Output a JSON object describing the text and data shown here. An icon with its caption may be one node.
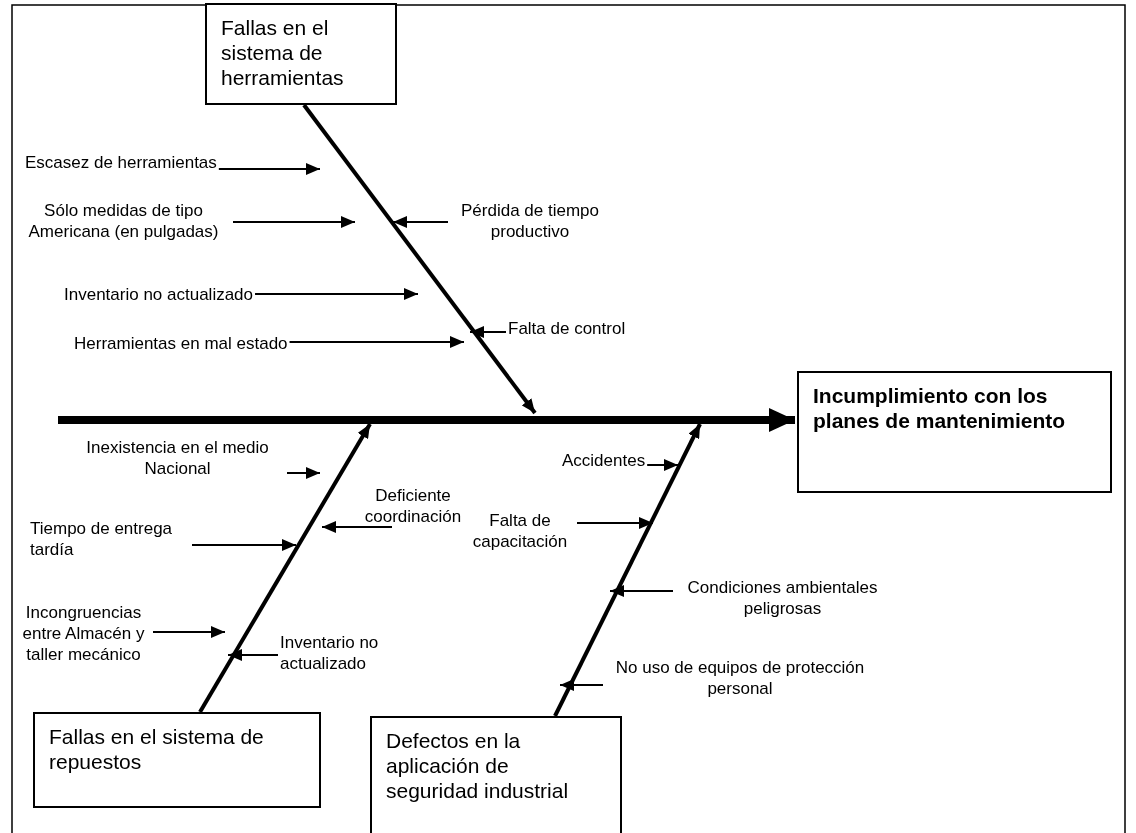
{
  "diagram": {
    "nodes": [
      {
        "text": [
          "Fallas en el sistema de herramientas"
        ]
      },
      {
        "text": [
          "Incumplimiento con los planes de mantenimiento"
        ]
      },
      {
        "text": [
          "Fallas en el sistema de repuestos"
        ]
      },
      {
        "text": [
          "Defectos en la aplicación de seguridad industrial"
        ]
      },
      {
        "text": [
          "Escasez de herramientas"
        ]
      },
      {
        "text": [
          "Sólo medidas de tipo Americana (en pulgadas)"
        ]
      },
      {
        "text": [
          "Pérdida de tiempo productivo"
        ]
      },
      {
        "text": [
          "Inventario no actualizado"
        ]
      },
      {
        "text": [
          "Falta de control"
        ]
      },
      {
        "text": [
          "Herramientas en mal estado"
        ]
      },
      {
        "text": [
          "Inexistencia en el medio Nacional"
        ]
      },
      {
        "text": [
          "Deficiente coordinación"
        ]
      },
      {
        "text": [
          "Tiempo de entrega tardía"
        ]
      },
      {
        "text": [
          "Incongruencias entre Almacén y taller mecánico"
        ]
      },
      {
        "text": [
          "Inventario no actualizado"
        ]
      },
      {
        "text": [
          "Accidentes"
        ]
      },
      {
        "text": [
          "Falta de capacitación"
        ]
      },
      {
        "text": [
          "Condiciones ambientales peligrosas"
        ]
      },
      {
        "text": [
          "No uso de equipos de protección personal"
        ]
      }
    ],
    "edges": [
      {
        "from": 0,
        "to": null,
        "arrow": "to",
        "style": "thick"
      },
      {
        "from": 2,
        "to": null,
        "arrow": "to",
        "style": "thick"
      },
      {
        "from": 3,
        "to": null,
        "arrow": "to",
        "style": "thick"
      },
      {
        "from": null,
        "to": 1,
        "arrow": "to",
        "style": "thick"
      },
      {
        "from": 4,
        "to": null,
        "arrow": "to"
      },
      {
        "from": 5,
        "to": null,
        "arrow": "to"
      },
      {
        "from": 6,
        "to": null,
        "arrow": "to"
      },
      {
        "from": 7,
        "to": null,
        "arrow": "to"
      },
      {
        "from": 8,
        "to": null,
        "arrow": "to"
      },
      {
        "from": 9,
        "to": null,
        "arrow": "to"
      },
      {
        "from": 10,
        "to": null,
        "arrow": "to"
      },
      {
        "from": 11,
        "to": null,
        "arrow": "to"
      },
      {
        "from": 12,
        "to": null,
        "arrow": "to"
      },
      {
        "from": 13,
        "to": null,
        "arrow": "to"
      },
      {
        "from": 14,
        "to": null,
        "arrow": "to"
      },
      {
        "from": 15,
        "to": null,
        "arrow": "to"
      },
      {
        "from": 16,
        "to": null,
        "arrow": "to"
      },
      {
        "from": 17,
        "to": null,
        "arrow": "to"
      },
      {
        "from": 18,
        "to": null,
        "arrow": "to"
      }
    ]
  }
}
